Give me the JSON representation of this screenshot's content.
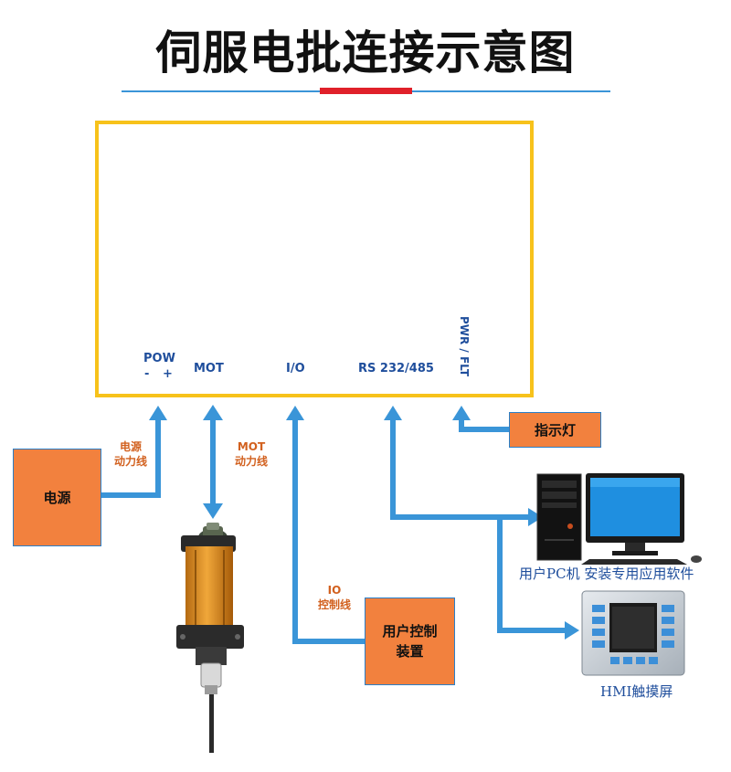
{
  "title": "伺服电批连接示意图",
  "controller": {
    "ports": {
      "pow": "POW",
      "pow_minus": "-",
      "pow_plus": "+",
      "mot": "MOT",
      "io": "I/O",
      "rs": "RS 232/485",
      "pwr": "PWR / FLT"
    }
  },
  "cables": {
    "power_line1": "电源",
    "power_line2": "动力线",
    "mot_line1": "MOT",
    "mot_line2": "动力线",
    "io_line1": "IO",
    "io_line2": "控制线"
  },
  "boxes": {
    "power_supply": "电源",
    "indicator": "指示灯",
    "user_control": "用户控制装置"
  },
  "captions": {
    "pc": "用户PC机 安装专用应用软件",
    "hmi": "HMI触摸屏"
  },
  "colors": {
    "frame": "#f7c21b",
    "arrow": "#3a95d8",
    "box": "#f2813e",
    "port_text": "#1f4e9c",
    "cable_text": "#d2611f",
    "accent_red": "#e0202a"
  }
}
